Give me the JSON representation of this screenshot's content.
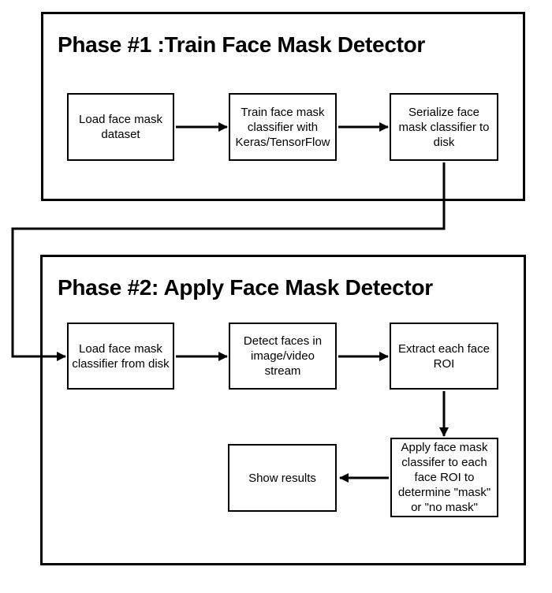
{
  "diagram": {
    "colors": {
      "stroke": "#000000",
      "background": "#ffffff"
    },
    "phase1": {
      "title": "Phase #1 :Train Face Mask Detector",
      "nodes": {
        "load_dataset": "Load face mask\ndataset",
        "train_classifier": "Train face mask\nclassifier with\nKeras/TensorFlow",
        "serialize_classifier": "Serialize face\nmask classifier to\ndisk"
      }
    },
    "phase2": {
      "title": "Phase #2: Apply Face Mask Detector",
      "nodes": {
        "load_classifier": "Load face mask\nclassifier from disk",
        "detect_faces": "Detect faces in\nimage/video\nstream",
        "extract_roi": "Extract each face\nROI",
        "apply_classifier": "Apply face mask\nclassifer to each\nface ROI to\ndetermine \"mask\"\nor \"no mask\"",
        "show_results": "Show results"
      }
    }
  }
}
